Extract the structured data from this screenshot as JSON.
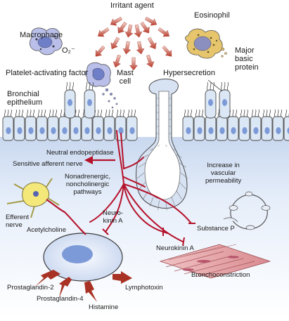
{
  "colors": {
    "arrow": "#c0392b",
    "nerve": "#b5122b",
    "cell_fill": "#dbe7f4",
    "nucleus": "#7d9ad8",
    "tissue": "#e3ebf7",
    "eosinophil": "#e6c56d",
    "macrophage": "#b9bfe8",
    "efferent": "#f5e87a",
    "muscle": "#e7a9ad"
  },
  "labels": {
    "irritant_agent": "Irritant agent",
    "macrophage": "Macrophage",
    "o2": "O₂⁻",
    "eosinophil": "Eosinophil",
    "major_basic_protein": "Major\nbasic\nprotein",
    "platelet_activating_factor": "Platelet-activating factor",
    "mast_cell": "Mast\ncell",
    "hypersecretion": "Hypersecretion",
    "bronchial_epithelium": "Bronchial\nepithelium",
    "neutral_endopeptidase": "Neutral endopeptidase",
    "sensitive_afferent_nerve": "Sensitive afferent nerve",
    "nanc_pathways": "Nonadrenergic,\nnoncholinergic\npathways",
    "increase_vascular_permeability": "Increase in\nvascular\npermeability",
    "efferent_nerve": "Efferent\nnerve",
    "neurokinin_a_1": "Neuro-\nkinin A",
    "acetylcholine": "Acetylcholine",
    "substance_p": "Substance P",
    "neurokinin_a_2": "Neurokinin A",
    "bronchoconstriction": "Bronchoconstriction",
    "prostaglandin_2": "Prostaglandin-2",
    "prostaglandin_4": "Prostaglandin-4",
    "histamine": "Histamine",
    "lymphotoxin": "Lymphotoxin"
  }
}
